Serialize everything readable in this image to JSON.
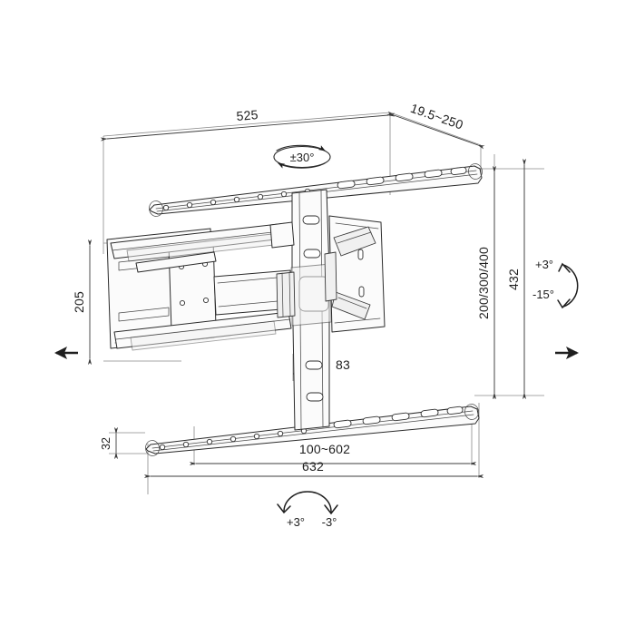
{
  "drawing": {
    "title": "Full-motion TV wall mount — dimensioned technical drawing",
    "line_color": "#2b2b2b",
    "dim_color": "#3c3c3c",
    "ext_color": "#8a8a8a",
    "background": "#ffffff"
  },
  "dimensions": {
    "top_width": "525",
    "top_depth": "19.5~250",
    "left_height": "205",
    "right_extension": "200/300/400",
    "right_height": "432",
    "post_width": "83",
    "bottom_rail_height": "32",
    "bottom_adjust_range": "100~602",
    "bottom_total_width": "632"
  },
  "angles": {
    "swivel": "±30°",
    "tilt_up": "+3°",
    "tilt_down": "-15°",
    "roll_left": "+3°",
    "roll_right": "-3°"
  },
  "indicators": {
    "left_arrow": "left-arrow-icon",
    "right_arrow": "right-arrow-icon",
    "swivel_icon": "swivel-rotation-icon",
    "tilt_icon": "tilt-rotation-icon",
    "roll_icon": "roll-rotation-icon"
  },
  "parts": {
    "top_rail": "top-mounting-rail",
    "bottom_rail": "bottom-mounting-rail",
    "wall_plate": "wall-plate",
    "vertical_post": "vertical-extension-post",
    "upper_arm": "upper-articulating-arm",
    "lower_arm": "lower-articulating-arm",
    "tilt_head": "tilt-head-bracket"
  }
}
